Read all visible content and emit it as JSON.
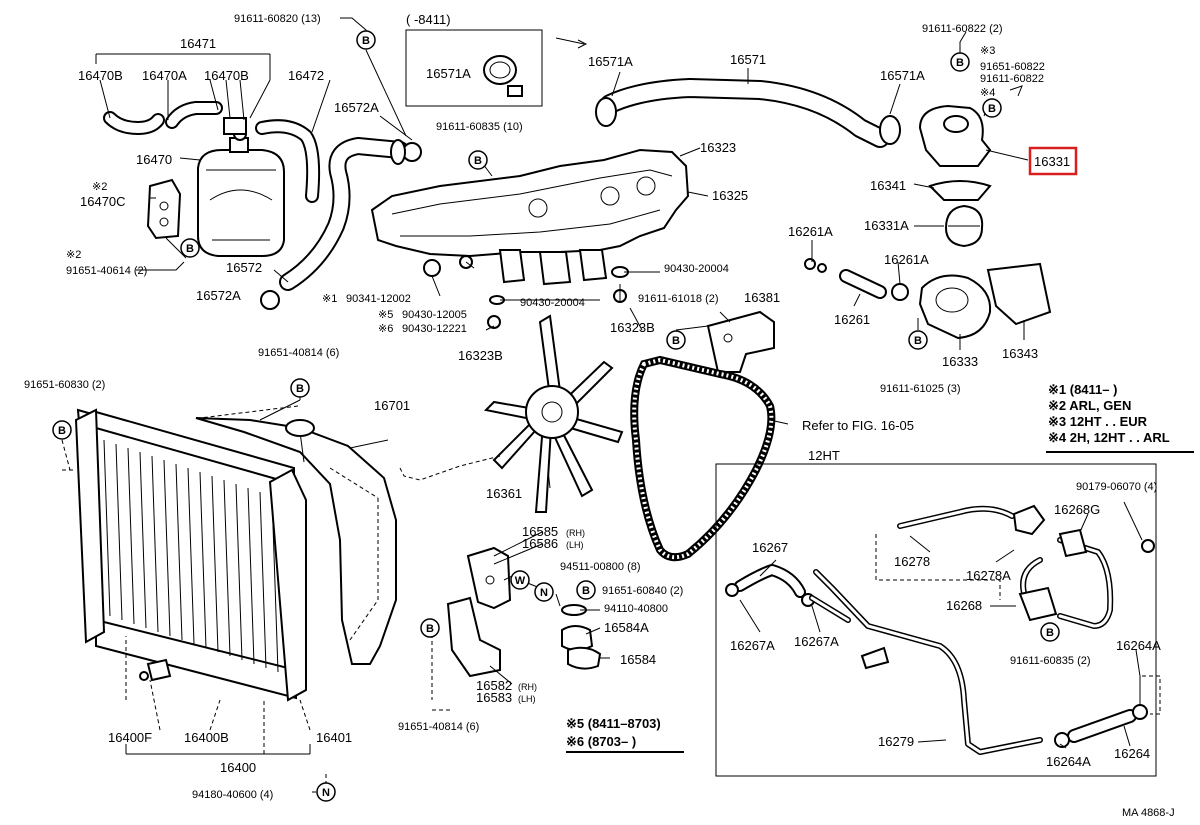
{
  "callouts": {
    "p91611_60820": "91611-60820 (13)",
    "p8411": "(      -8411)",
    "p16471": "16471",
    "p16470B_a": "16470B",
    "p16470A": "16470A",
    "p16470B_b": "16470B",
    "p16472": "16472",
    "p16571A_a": "16571A",
    "p16571A_top": "16571A",
    "p16571": "16571",
    "p16571A_b": "16571A",
    "p91611_60822_2": "91611-60822 (2)",
    "p91651_60822": "91651-60822",
    "p91611_60822": "91611-60822",
    "p16572A_a": "16572A",
    "p91611_60835_10": "91611-60835 (10)",
    "p16323": "16323",
    "p16331": "16331",
    "p16470": "16470",
    "p16470C": "16470C",
    "p16325": "16325",
    "p16341": "16341",
    "p16331A": "16331A",
    "p91651_40614": "91651-40614 (2)",
    "p16572": "16572",
    "p16261A_a": "16261A",
    "p16261A_b": "16261A",
    "p90430_20004_a": "90430-20004",
    "p16572A_b": "16572A",
    "p90341_12002": "90341-12002",
    "p90430_20004_b": "90430-20004",
    "p91611_61018": "91611-61018 (2)",
    "p16381": "16381",
    "p16261": "16261",
    "p16343": "16343",
    "p90430_12005": "90430-12005",
    "p90430_12221": "90430-12221",
    "p16323B_a": "16323B",
    "p16323B_b": "16323B",
    "p16333": "16333",
    "p91651_40814_top": "91651-40814 (6)",
    "p91611_61025": "91611-61025 (3)",
    "p91651_60830": "91651-60830 (2)",
    "p16701": "16701",
    "refer": "Refer to FIG. 16-05",
    "p12HT": "12HT",
    "p90179_06070": "90179-06070 (4)",
    "p16361": "16361",
    "p16585": "16585",
    "p16586": "16586",
    "p16268G": "16268G",
    "p16278": "16278",
    "p16278A": "16278A",
    "p16267": "16267",
    "p94511_00800": "94511-00800 (8)",
    "p91651_60840": "91651-60840 (2)",
    "p94110_40800": "94110-40800",
    "p16584A": "16584A",
    "p16268": "16268",
    "p16584": "16584",
    "p16267A_a": "16267A",
    "p16267A_b": "16267A",
    "p91611_60835_2": "91611-60835 (2)",
    "p16264A_a": "16264A",
    "p16582": "16582",
    "p16583": "16583",
    "p16400F": "16400F",
    "p16400B": "16400B",
    "p16401": "16401",
    "p91651_40814_bot": "91651-40814 (6)",
    "p16279": "16279",
    "p16400": "16400",
    "p16264A_b": "16264A",
    "p16264": "16264",
    "p94180_40600": "94180-40600 (4)"
  },
  "suffix": {
    "rh": "(RH)",
    "lh": "(LH)"
  },
  "marks": {
    "s1": "※1",
    "s2": "※2",
    "s3": "※3",
    "s4": "※4",
    "s5": "※5",
    "s6": "※6"
  },
  "bolt_codes": {
    "b": "B",
    "w": "W",
    "n": "N"
  },
  "legend_main": [
    "※1 (8411–        )",
    "※2 ARL, GEN",
    "※3 12HT . . EUR",
    "※4 2H, 12HT . . ARL"
  ],
  "legend_bottom": [
    "※5 (8411–8703)",
    "※6 (8703–         )"
  ],
  "footer": {
    "code": "MA  4868-J"
  },
  "highlight": {
    "part": "16331",
    "color": "#d81e1e"
  }
}
